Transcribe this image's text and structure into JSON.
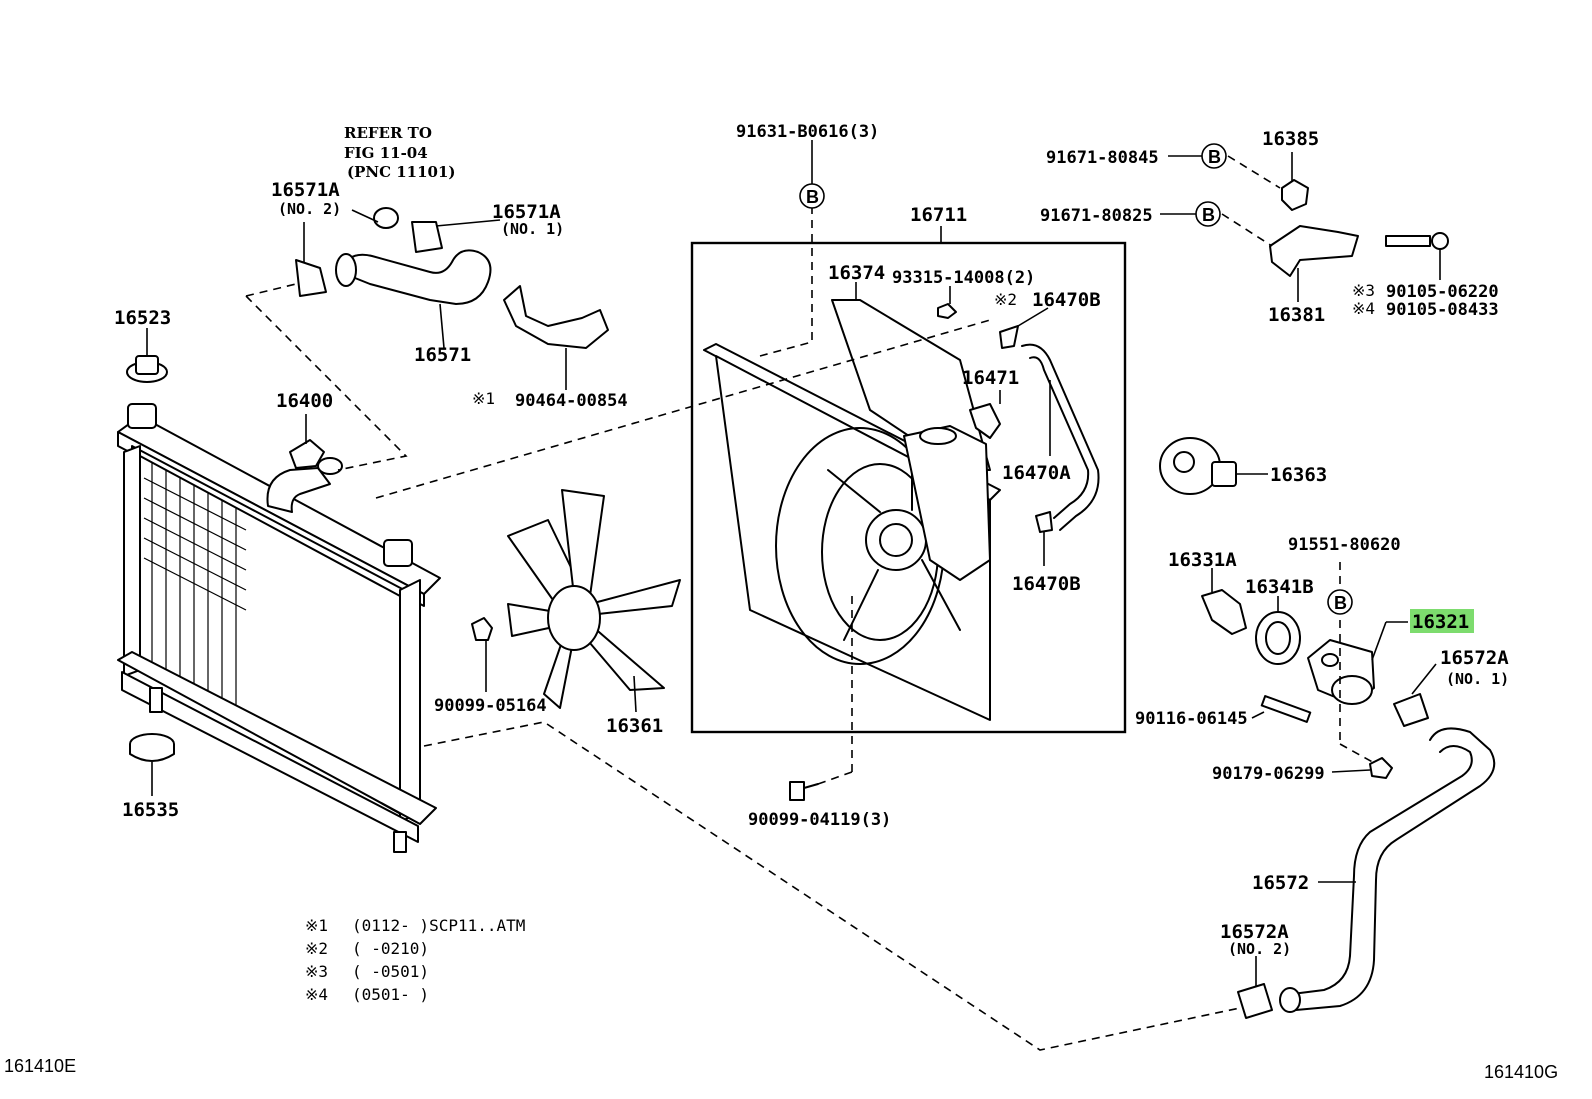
{
  "diagram": {
    "figure_code_left": "161410E",
    "figure_code_right": "161410G",
    "reference_note": [
      "REFER TO",
      "FIG 11-04",
      "(PNC 11101)"
    ],
    "highlight_color": "#7ddc6e",
    "ref_mark": "B",
    "footnotes": [
      {
        "mark": "※1",
        "text": "(0112-     )SCP11..ATM"
      },
      {
        "mark": "※2",
        "text": "(     -0210)"
      },
      {
        "mark": "※3",
        "text": "(     -0501)"
      },
      {
        "mark": "※4",
        "text": "(0501-     )"
      }
    ],
    "labels": {
      "p16571A_no2": "16571A",
      "p16571A_no2_sub": "(NO. 2)",
      "p16571A_no1": "16571A",
      "p16571A_no1_sub": "(NO. 1)",
      "p16571": "16571",
      "p16523": "16523",
      "p16400": "16400",
      "p90464": "90464-00854",
      "p90464_mark": "※1",
      "p91631": "91631-B0616(3)",
      "p16711": "16711",
      "p16374": "16374",
      "p93315": "93315-14008(2)",
      "p16470B_top": "16470B",
      "p16470B_top_mark": "※2",
      "p16471": "16471",
      "p16470A": "16470A",
      "p16470B_bot": "16470B",
      "p91671_80845": "91671-80845",
      "p91671_80825": "91671-80825",
      "p16385": "16385",
      "p16381": "16381",
      "p90105_06220": "90105-06220",
      "p90105_06220_mark": "※3",
      "p90105_08433": "90105-08433",
      "p90105_08433_mark": "※4",
      "p16363": "16363",
      "p16331A": "16331A",
      "p16341B": "16341B",
      "p91551": "91551-80620",
      "p16321": "16321",
      "p16572A_no1": "16572A",
      "p16572A_no1_sub": "(NO. 1)",
      "p90116": "90116-06145",
      "p90179": "90179-06299",
      "p16572": "16572",
      "p16572A_no2": "16572A",
      "p16572A_no2_sub": "(NO. 2)",
      "p90099_05164": "90099-05164",
      "p16361": "16361",
      "p90099_04119": "90099-04119(3)",
      "p16535": "16535"
    }
  }
}
